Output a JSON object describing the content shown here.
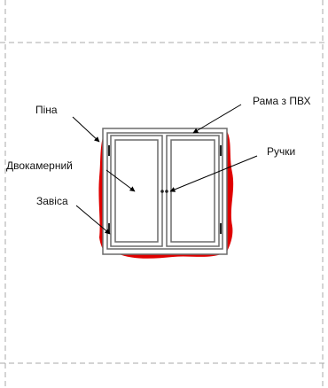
{
  "labels": {
    "foam": "Піна",
    "frame": "Рама з ПВХ",
    "double_glazing": "Двокамерний",
    "handles": "Ручки",
    "hinge": "Завіса"
  },
  "colors": {
    "foam": "#e00000",
    "frame_stroke": "#6b6b6b",
    "wall_line": "#a8a8a8",
    "leader": "#000000"
  }
}
